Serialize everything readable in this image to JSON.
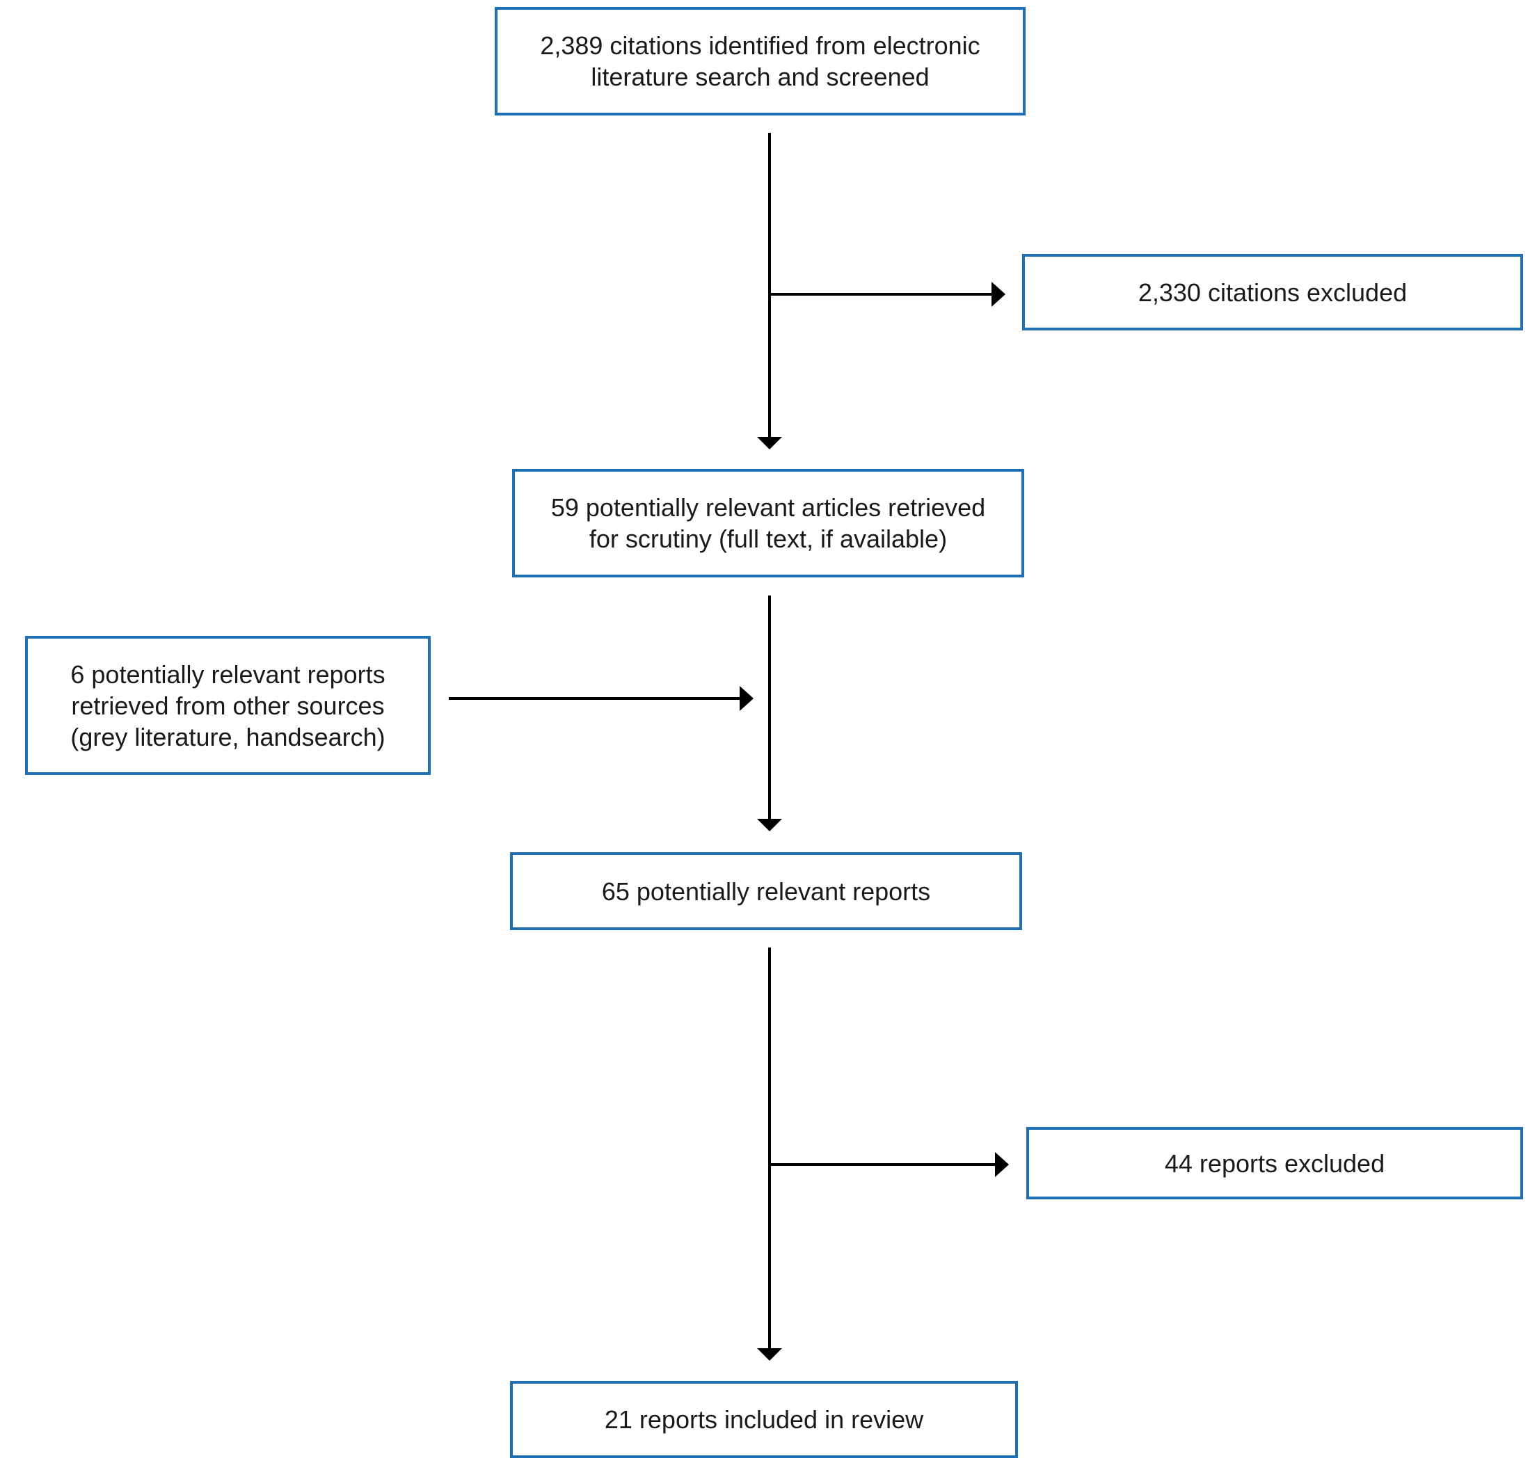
{
  "flowchart": {
    "colors": {
      "box_border": "#1f6fb5",
      "arrow": "#000000"
    },
    "nodes": {
      "identified": "2,389 citations identified from electronic\nliterature search and screened",
      "excluded_citations": "2,330 citations excluded",
      "retrieved_articles": "59 potentially relevant articles retrieved\nfor scrutiny (full text, if available)",
      "other_sources": "6 potentially relevant reports\nretrieved from other sources\n(grey literature, handsearch)",
      "relevant_reports": "65 potentially relevant reports",
      "excluded_reports": "44 reports excluded",
      "included": "21 reports included in review"
    }
  }
}
